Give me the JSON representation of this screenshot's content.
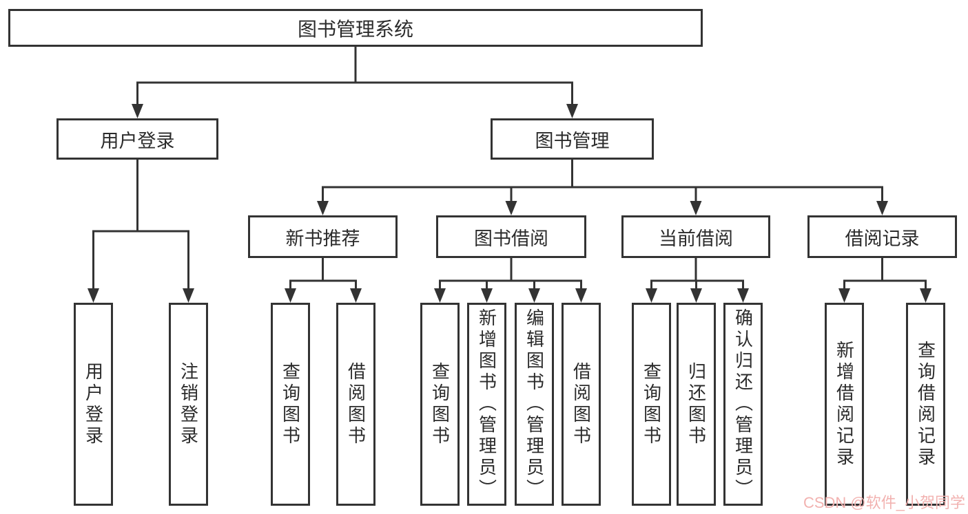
{
  "page": {
    "background": "#ffffff"
  },
  "diagram": {
    "root": {
      "label": "图书管理系统"
    },
    "level1": [
      {
        "label": "用户登录"
      },
      {
        "label": "图书管理"
      }
    ],
    "level2": [
      {
        "label": "新书推荐"
      },
      {
        "label": "图书借阅"
      },
      {
        "label": "当前借阅"
      },
      {
        "label": "借阅记录"
      }
    ],
    "leaves": [
      {
        "label": "用户登录"
      },
      {
        "label": "注销登录"
      },
      {
        "label": "查询图书"
      },
      {
        "label": "借阅图书"
      },
      {
        "label": "查询图书"
      },
      {
        "label": "新增图书（管理员）"
      },
      {
        "label": "编辑图书（管理员）"
      },
      {
        "label": "借阅图书"
      },
      {
        "label": "查询图书"
      },
      {
        "label": "归还图书"
      },
      {
        "label": "确认归还（管理员）"
      },
      {
        "label": "新增借阅记录"
      },
      {
        "label": "查询借阅记录"
      }
    ],
    "line_color": "#333333",
    "box_border_color": "#333333",
    "box_background": "#ffffff",
    "text_color": "#2b2b2b"
  },
  "watermark": {
    "text": "CSDN @软件_小贺同学",
    "color": "#f2b2b0"
  }
}
